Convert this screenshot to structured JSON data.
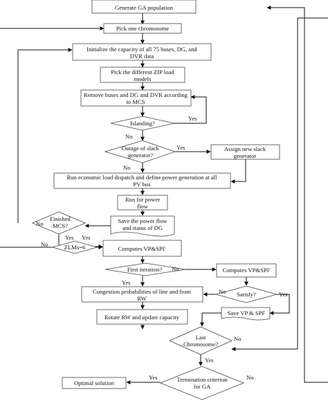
{
  "nodes": {
    "generate": "Generate GA population",
    "pick": "Pick one chromosome",
    "init_1": "Initialize the capacity of all 75 buses, DG, and",
    "init_2": "DVR data",
    "zip_1": "Pick the different ZIP load",
    "zip_2": "models",
    "remove_1": "Remove buses and DG and DVR according",
    "remove_2": "to MCS",
    "islanding": "Islanding?",
    "outage_1": "Outage of slack",
    "outage_2": "generator?",
    "assign_1": "Assign new slack",
    "assign_2": "generator",
    "dispatch_1": "Run economic load dispatch and define power generation at all",
    "dispatch_2": "PV bus",
    "runpf_1": "Run for power",
    "runpf_2": "flow",
    "save_1": "Save the power flow",
    "save_2": "and status of DG",
    "finished_1": "Finished",
    "finished_2": "MCS?",
    "zlms": "ZLMs=6",
    "compute_left": "Computes  VP&SPF",
    "first_iter": "First iteration?",
    "compute_right": "Computes  VP&SPF",
    "congestion_1": "Congestion probabilities of line and from",
    "congestion_2": "RW",
    "satisfy": "Satisfy?",
    "save_vp": "Save VP & SPF",
    "rotate": "Rotate RW and update capacity",
    "last_1": "Last",
    "last_2": "Chromosome?",
    "optimal": "Optimal solution",
    "term_1": "Termination criterion",
    "term_2": "for GA"
  },
  "labels": {
    "yes": "Yes",
    "no": "No"
  }
}
